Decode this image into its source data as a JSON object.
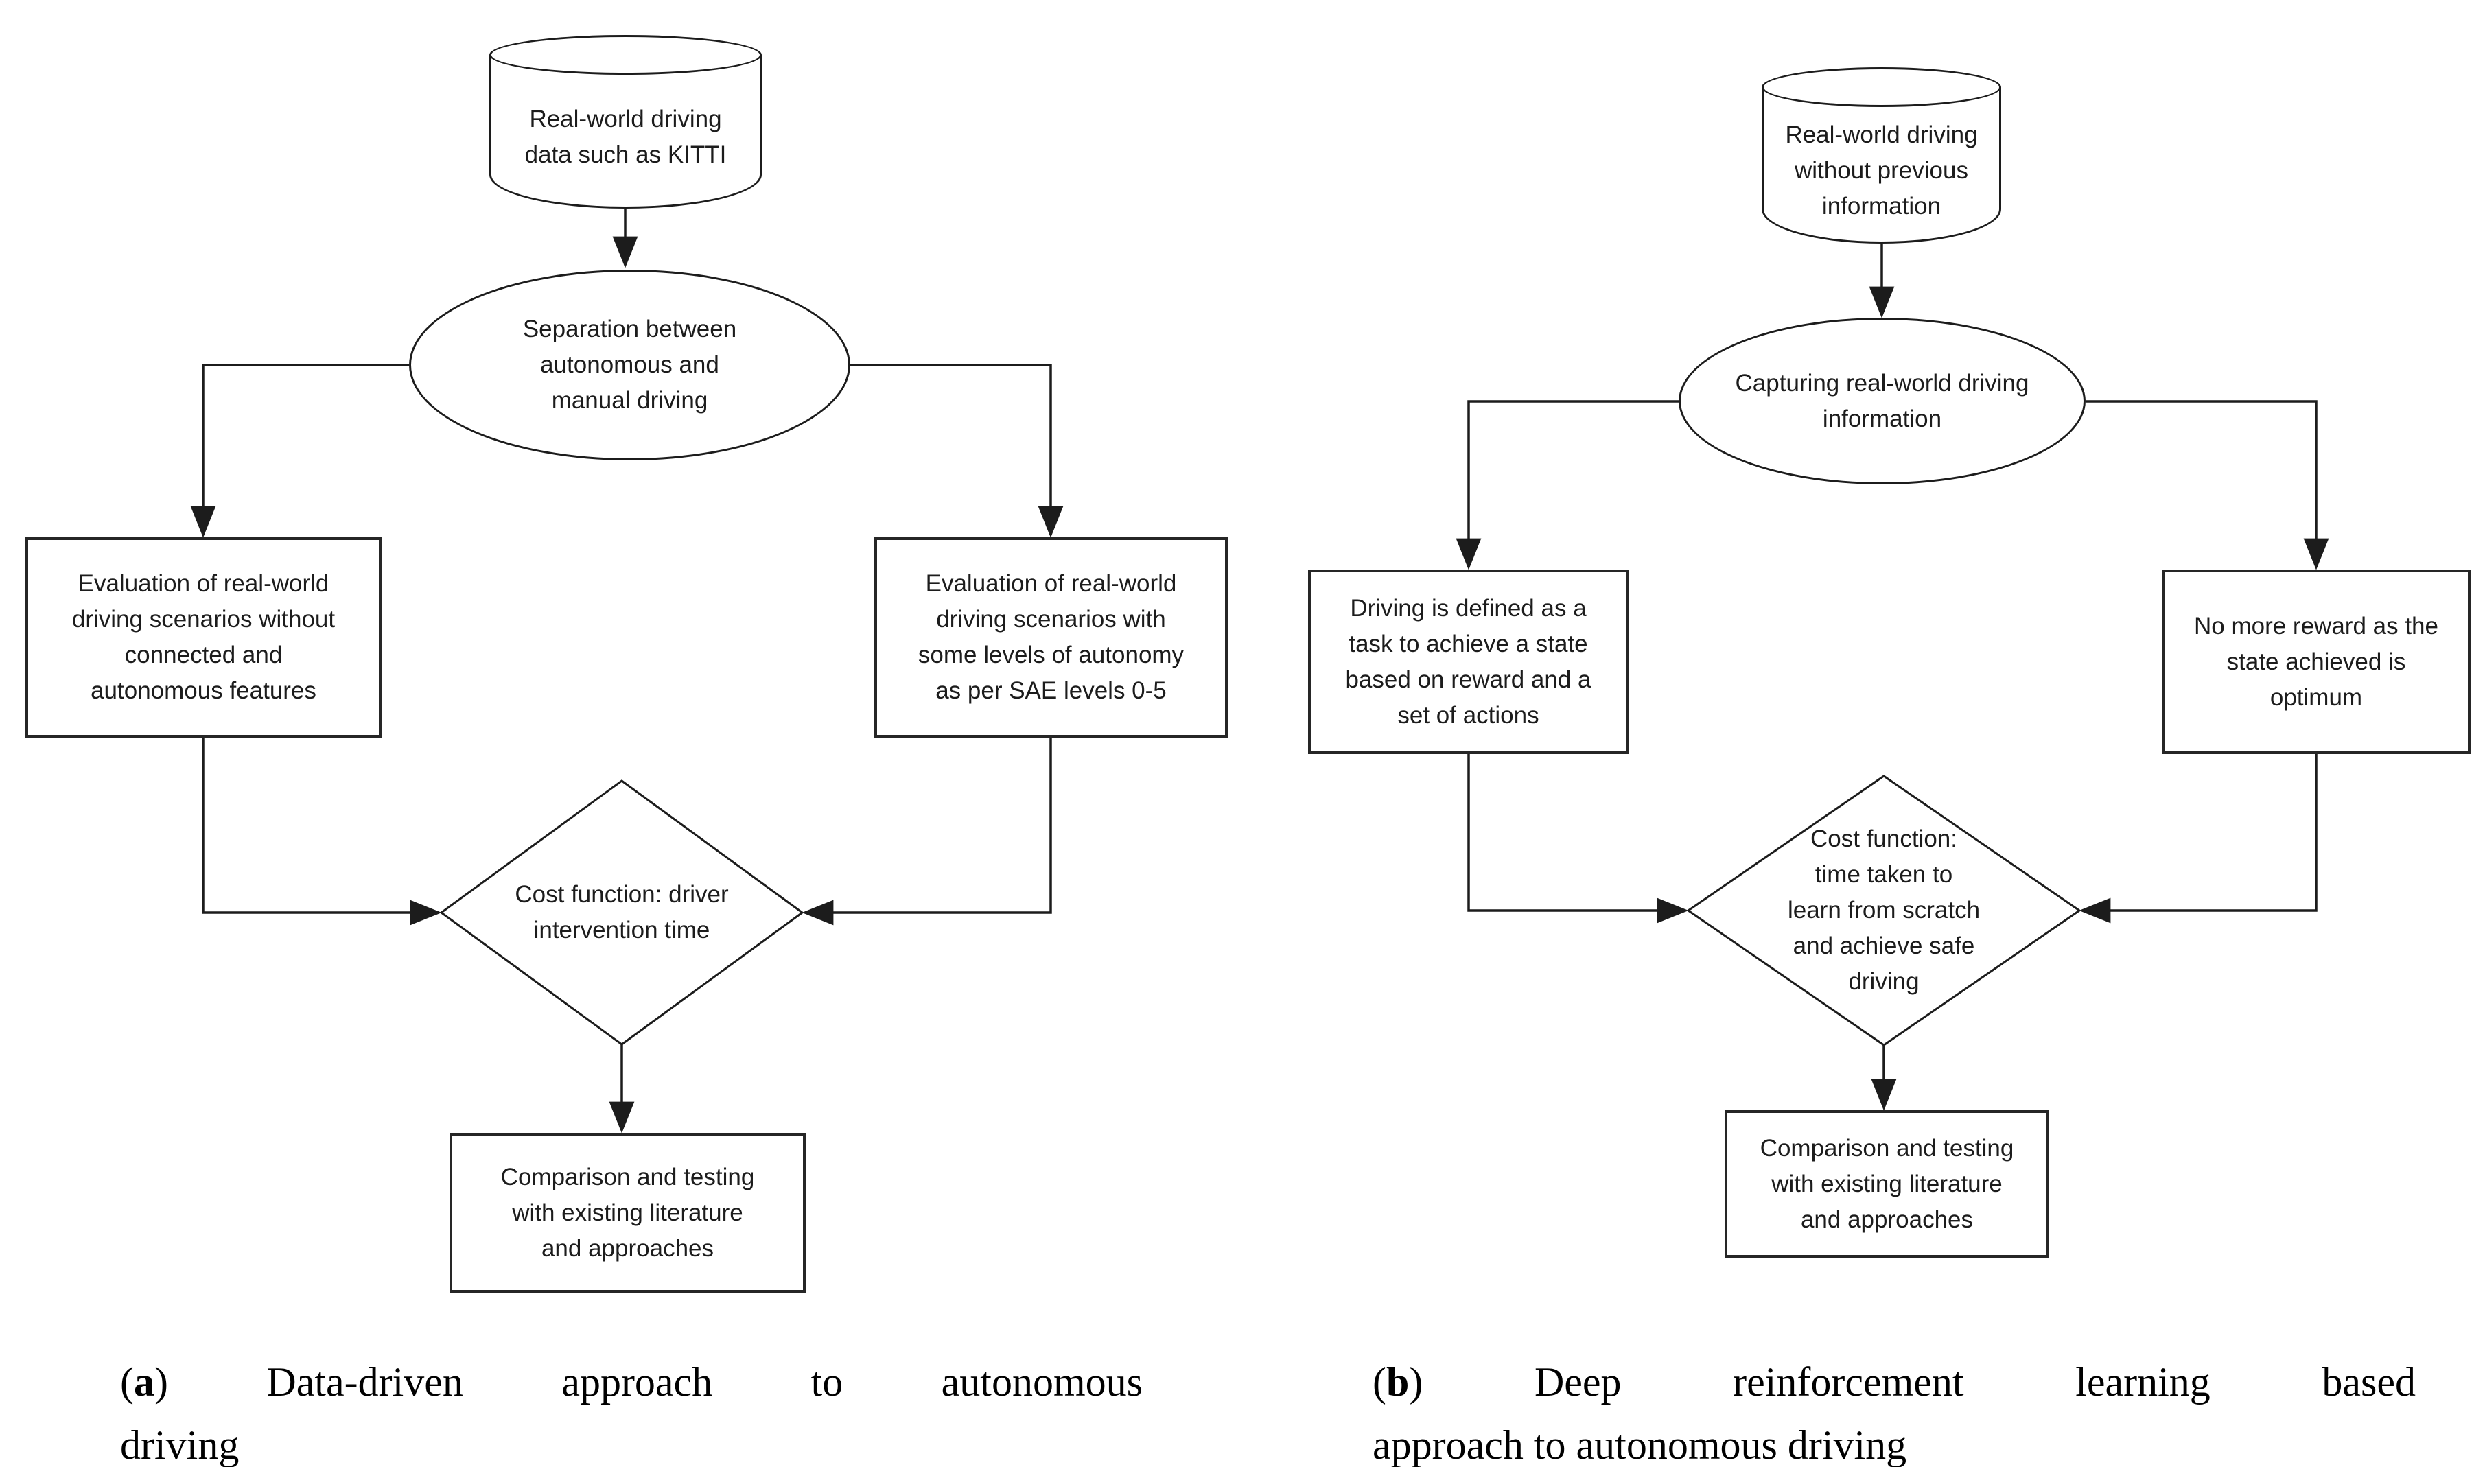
{
  "colors": {
    "ink": "#1c1c1c"
  },
  "panel_a": {
    "datastore": [
      "Real-world driving",
      "data such as KITTI"
    ],
    "process": [
      "Separation between",
      "autonomous and",
      "manual driving"
    ],
    "branch_left": [
      "Evaluation of real-world",
      "driving scenarios without",
      "connected and",
      "autonomous features"
    ],
    "branch_right": [
      "Evaluation of real-world",
      "driving scenarios with",
      "some levels of autonomy",
      "as per SAE levels 0-5"
    ],
    "decision": [
      "Cost function: driver",
      "intervention time"
    ],
    "result": [
      "Comparison and testing",
      "with existing literature",
      "and approaches"
    ],
    "caption": {
      "paren_open": "(",
      "label": "a",
      "paren_close": ")",
      "line1_rest": " Data-driven approach to autonomous",
      "line2": "driving"
    }
  },
  "panel_b": {
    "datastore": [
      "Real-world driving",
      "without previous",
      "information"
    ],
    "process": [
      "Capturing real-world driving",
      "information"
    ],
    "branch_left": [
      "Driving is defined as a",
      "task to achieve a state",
      "based on reward and a",
      "set of actions"
    ],
    "branch_right": [
      "No more reward as the",
      "state achieved is",
      "optimum"
    ],
    "decision": [
      "Cost function:",
      "time taken to",
      "learn from scratch",
      "and achieve safe",
      "driving"
    ],
    "result": [
      "Comparison and testing",
      "with existing literature",
      "and approaches"
    ],
    "caption": {
      "paren_open": "(",
      "label": "b",
      "paren_close": ")",
      "line1_rest": " Deep reinforcement learning based",
      "line2": "approach to autonomous driving"
    }
  }
}
